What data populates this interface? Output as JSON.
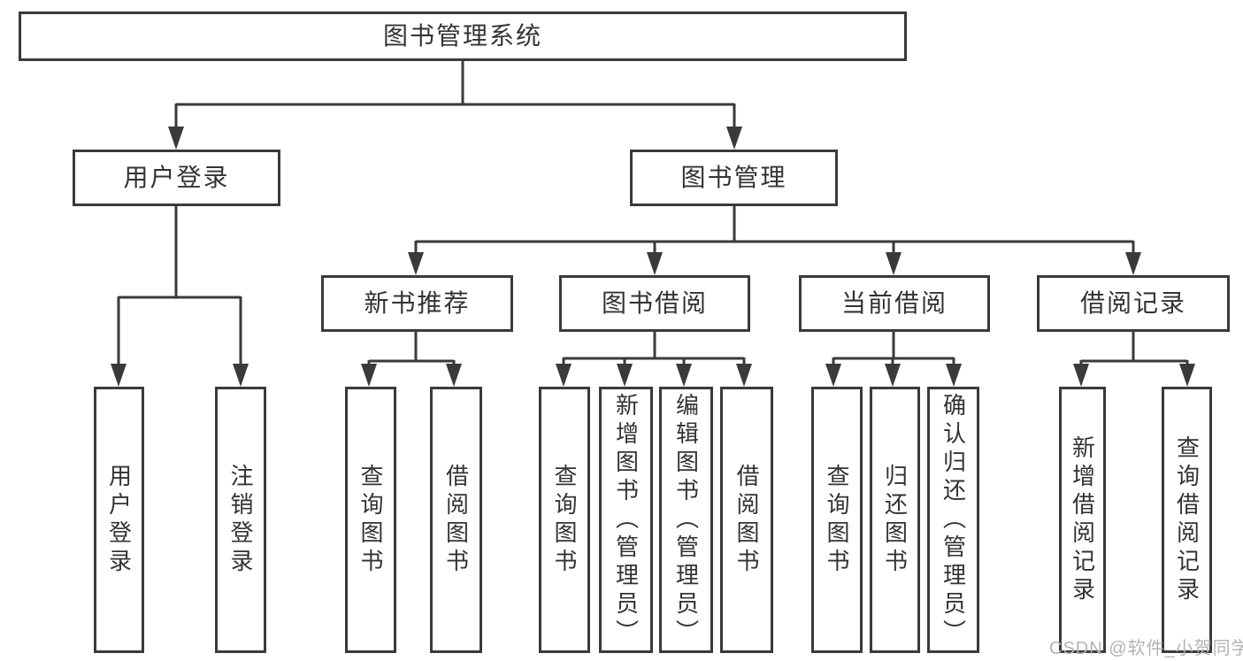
{
  "colors": {
    "line": "#3a3a3a",
    "box_border": "#3a3a3a",
    "box_background": "#ffffff",
    "text": "#333333",
    "watermark": "#b3b3b3",
    "page_background": "#ffffff"
  },
  "diagram": {
    "type": "tree",
    "root": {
      "label": "图书管理系统"
    },
    "branches": [
      {
        "label": "用户登录",
        "children": [
          {
            "label": "用户登录"
          },
          {
            "label": "注销登录"
          }
        ]
      },
      {
        "label": "图书管理",
        "children": [
          {
            "label": "新书推荐",
            "children": [
              {
                "label": "查询图书"
              },
              {
                "label": "借阅图书"
              }
            ]
          },
          {
            "label": "图书借阅",
            "children": [
              {
                "label": "查询图书"
              },
              {
                "label": "新增图书（管理员）"
              },
              {
                "label": "编辑图书（管理员）"
              },
              {
                "label": "借阅图书"
              }
            ]
          },
          {
            "label": "当前借阅",
            "children": [
              {
                "label": "查询图书"
              },
              {
                "label": "归还图书"
              },
              {
                "label": "确认归还（管理员）"
              }
            ]
          },
          {
            "label": "借阅记录",
            "children": [
              {
                "label": "新增借阅记录"
              },
              {
                "label": "查询借阅记录"
              }
            ]
          }
        ]
      }
    ]
  },
  "watermark": {
    "text": "CSDN @软件_小贺同学"
  }
}
